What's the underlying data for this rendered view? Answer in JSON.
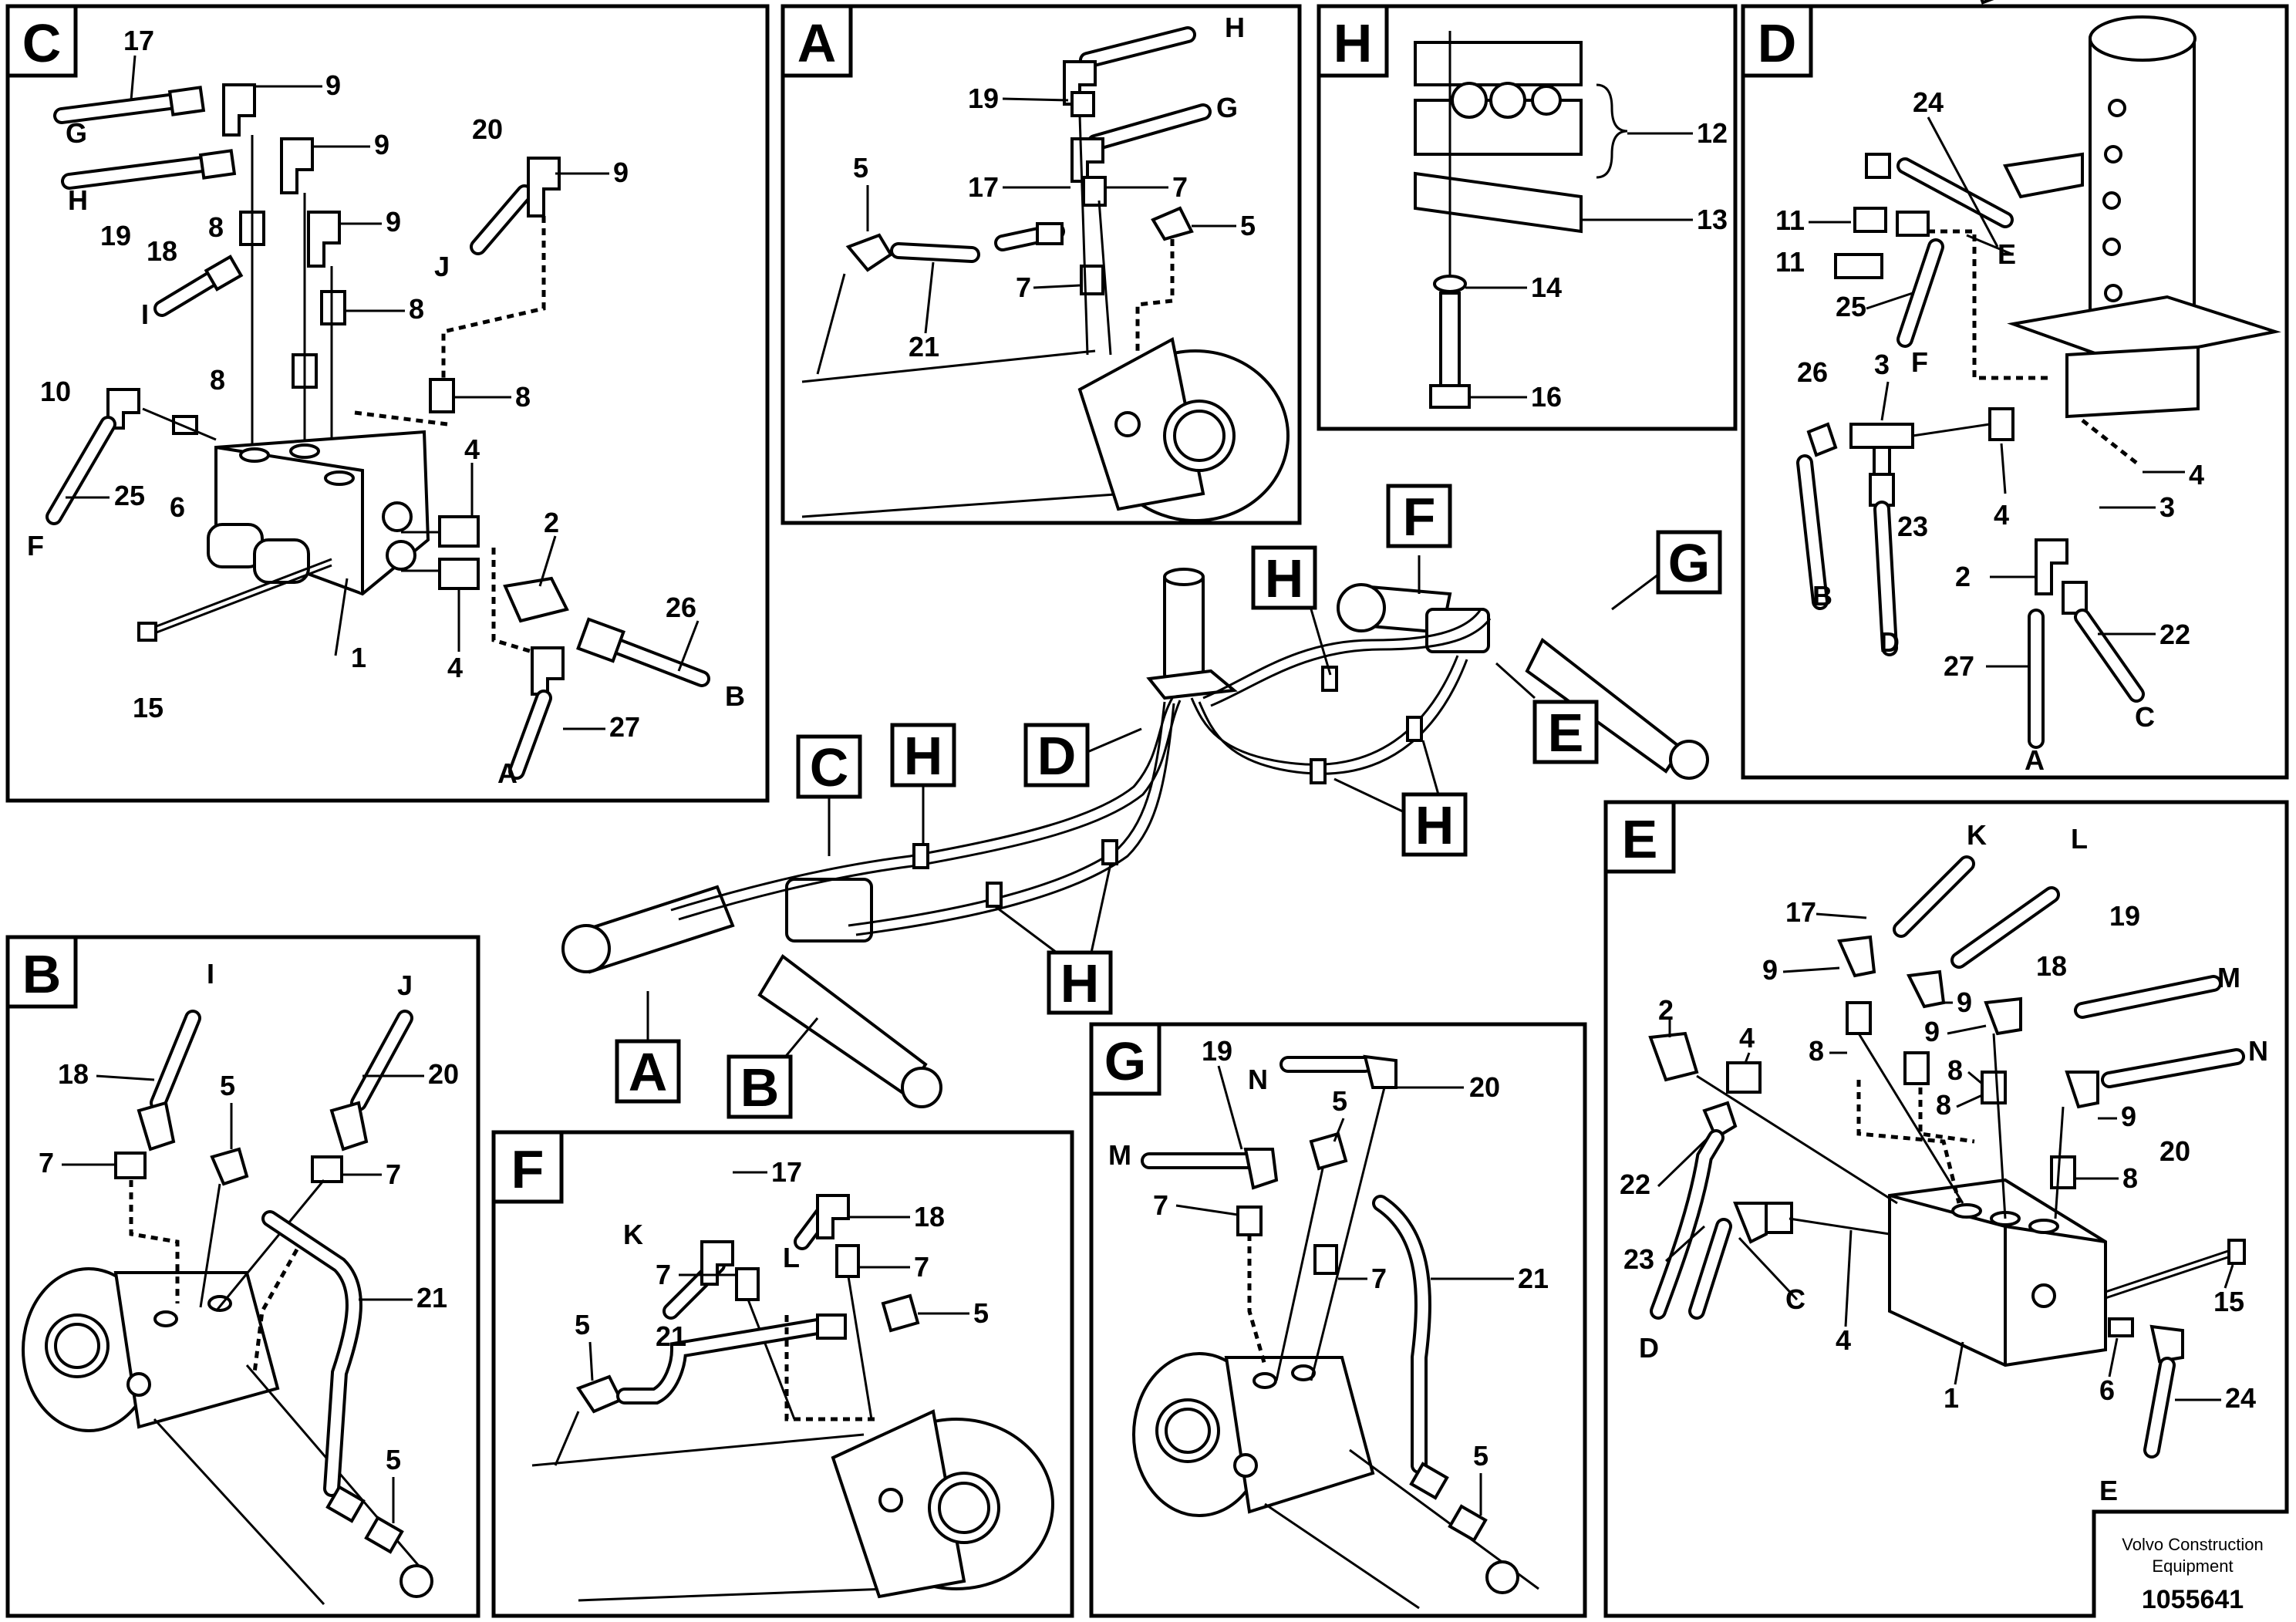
{
  "panels": {
    "C": "C",
    "A": "A",
    "H": "H",
    "D": "D",
    "B": "B",
    "F": "F",
    "G": "G",
    "E": "E"
  },
  "overview_tags": {
    "A": "A",
    "B": "B",
    "C": "C",
    "D": "D",
    "E": "E",
    "F": "F",
    "G": "G",
    "H1": "H",
    "H2": "H",
    "H3": "H",
    "H4": "H"
  },
  "labels_C": {
    "n17": "17",
    "G": "G",
    "n9a": "9",
    "n9b": "9",
    "H": "H",
    "n19": "19",
    "n18": "18",
    "n8a": "8",
    "n9c": "9",
    "I": "I",
    "n8b": "8",
    "n20": "20",
    "n9d": "9",
    "J": "J",
    "n10": "10",
    "n8c": "8",
    "n8d": "8",
    "n25": "25",
    "F": "F",
    "n6": "6",
    "n4a": "4",
    "n2": "2",
    "n26": "26",
    "n4b": "4",
    "n1": "1",
    "n15": "15",
    "B": "B",
    "n27": "27",
    "A": "A"
  },
  "labels_A": {
    "H": "H",
    "n19": "19",
    "G": "G",
    "n5a": "5",
    "n17": "17",
    "n7a": "7",
    "n5b": "5",
    "n7b": "7",
    "n21": "21"
  },
  "labels_H": {
    "n12": "12",
    "n13": "13",
    "n14": "14",
    "n16": "16"
  },
  "labels_D": {
    "n24": "24",
    "n11a": "11",
    "E": "E",
    "n11b": "11",
    "n25": "25",
    "F": "F",
    "n26": "26",
    "n3a": "3",
    "n4a": "4",
    "n23": "23",
    "n4b": "4",
    "n3b": "3",
    "B": "B",
    "n2": "2",
    "D": "D",
    "n22": "22",
    "n27": "27",
    "C": "C",
    "A": "A"
  },
  "labels_B": {
    "I": "I",
    "J": "J",
    "n18": "18",
    "n5a": "5",
    "n20": "20",
    "n7a": "7",
    "n7b": "7",
    "n21": "21",
    "n5b": "5"
  },
  "labels_F": {
    "n17": "17",
    "K": "K",
    "n18": "18",
    "L": "L",
    "n7a": "7",
    "n7b": "7",
    "n5a": "5",
    "n21": "21",
    "n5b": "5"
  },
  "labels_G": {
    "n19": "19",
    "N": "N",
    "n5a": "5",
    "n20": "20",
    "M": "M",
    "n7a": "7",
    "n7b": "7",
    "n21": "21",
    "n5b": "5"
  },
  "labels_E": {
    "K": "K",
    "L": "L",
    "n17": "17",
    "n19": "19",
    "n9a": "9",
    "n18": "18",
    "n9b": "9",
    "M": "M",
    "n2": "2",
    "n4a": "4",
    "n8a": "8",
    "n9c": "9",
    "N": "N",
    "n8b": "8",
    "n8c": "8",
    "n9d": "9",
    "n22": "22",
    "n20": "20",
    "n8d": "8",
    "n23": "23",
    "C": "C",
    "n15": "15",
    "D": "D",
    "n4b": "4",
    "n1": "1",
    "n6": "6",
    "n24": "24",
    "E": "E"
  },
  "credit": {
    "line1": "Volvo Construction",
    "line2": "Equipment",
    "number": "1055641"
  }
}
